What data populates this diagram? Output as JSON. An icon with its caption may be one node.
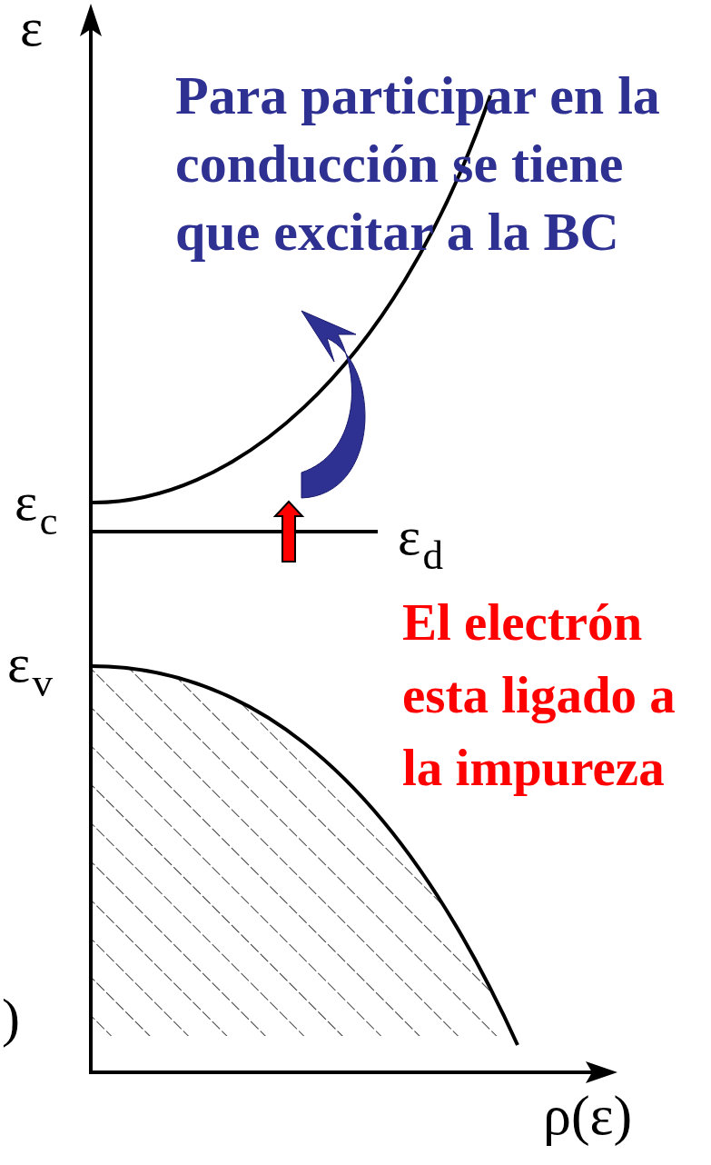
{
  "diagram": {
    "labels": [
      "ε",
      "Para participar en la conducción se tiene que excitar a la BC",
      "ε$_{c}$",
      "ε$_{d}$",
      "El electrón esta ligado a la impureza",
      "ε$_{v}$",
      ")",
      "ρ(ε)"
    ]
  }
}
